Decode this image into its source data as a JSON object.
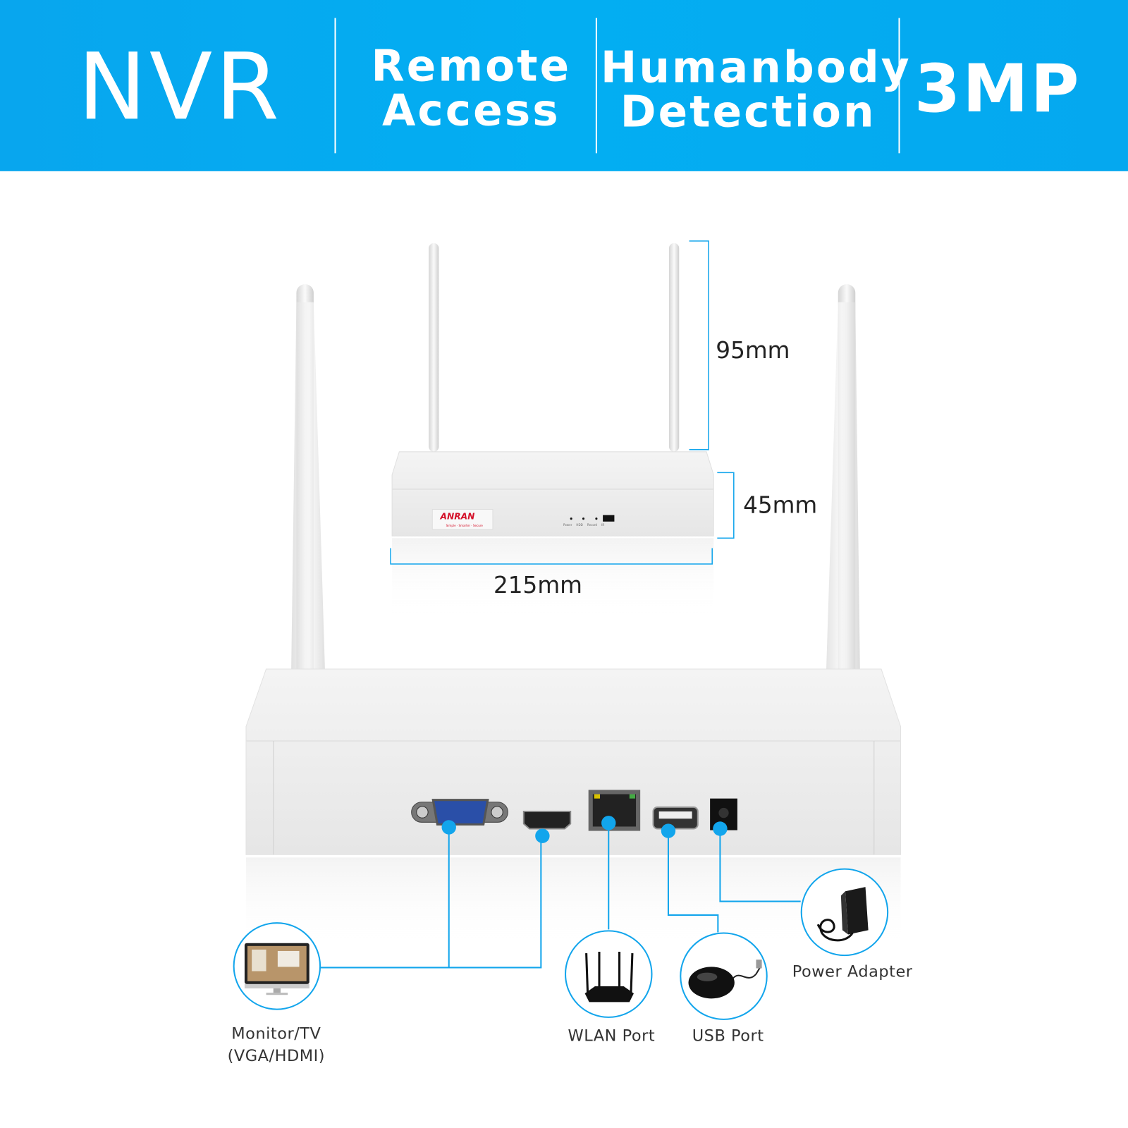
{
  "banner": {
    "items": [
      {
        "text": "NVR"
      },
      {
        "line1": "Remote",
        "line2": "Access"
      },
      {
        "line1": "Humanbody",
        "line2": "Detection"
      },
      {
        "text": "3MP"
      }
    ],
    "color": "#03aaf0"
  },
  "device": {
    "brand": "ANRAN",
    "tagline": "Simple · Smarter · Secure",
    "indicators": [
      "Power",
      "HDD",
      "Record",
      "IR"
    ]
  },
  "dimensions": {
    "antenna_height": "95mm",
    "height": "45mm",
    "width": "215mm"
  },
  "connections": [
    {
      "line1": "Monitor/TV",
      "line2": "(VGA/HDMI)",
      "icon": "monitor-icon"
    },
    {
      "line1": "WLAN Port",
      "icon": "router-icon"
    },
    {
      "line1": "USB Port",
      "icon": "mouse-icon"
    },
    {
      "line1": "Power Adapter",
      "icon": "power-adapter-icon"
    }
  ],
  "accent": "#12a5ec"
}
